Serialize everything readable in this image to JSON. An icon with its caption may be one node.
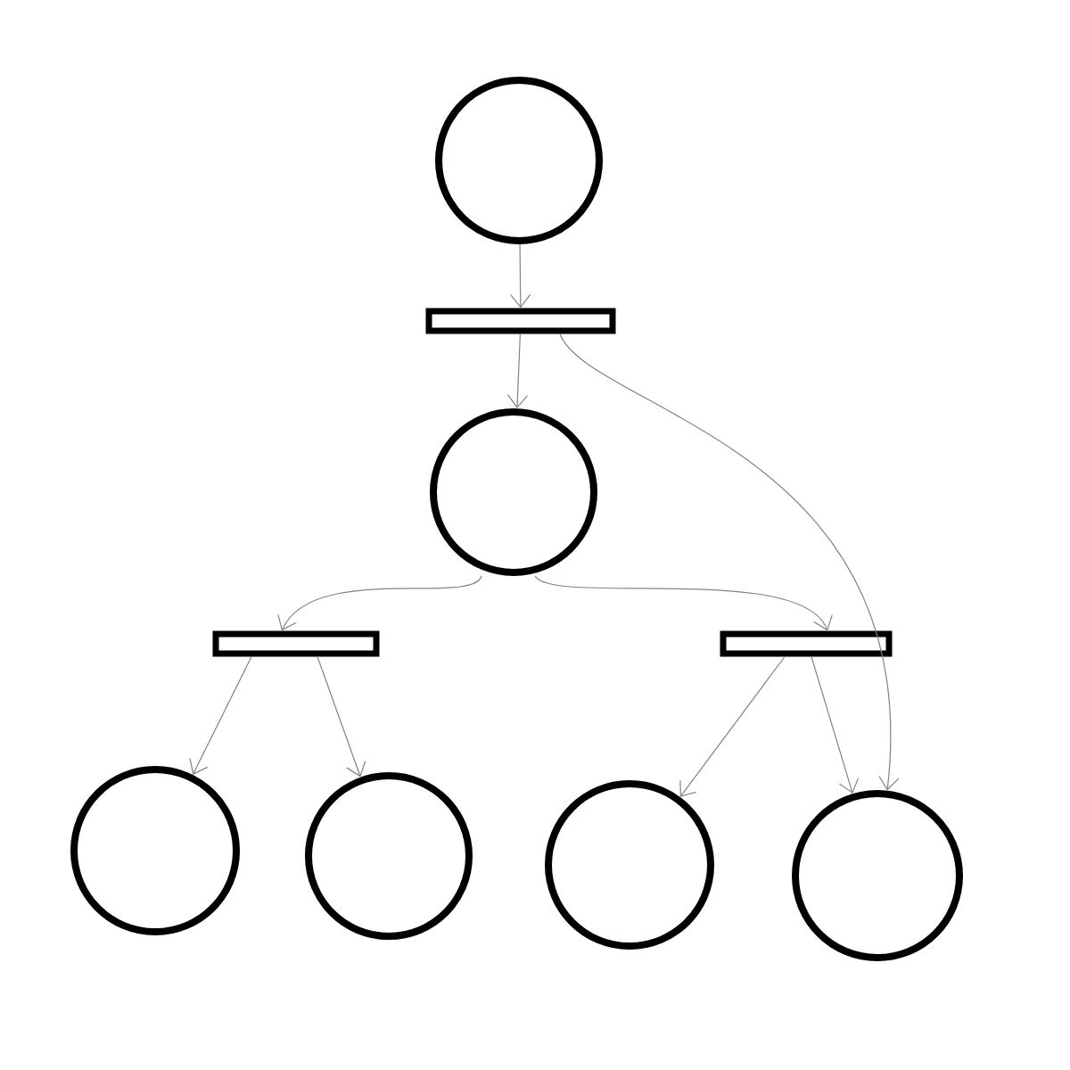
{
  "diagram": {
    "nodes": [
      {
        "text": [],
        "shape": "circle"
      },
      {
        "text": [],
        "shape": "bar"
      },
      {
        "text": [],
        "shape": "circle"
      },
      {
        "text": [],
        "shape": "bar"
      },
      {
        "text": [],
        "shape": "bar"
      },
      {
        "text": [],
        "shape": "circle"
      },
      {
        "text": [],
        "shape": "circle"
      },
      {
        "text": [],
        "shape": "circle"
      },
      {
        "text": [],
        "shape": "circle"
      }
    ],
    "edges": [
      {
        "from": 0,
        "to": 1,
        "arrow": "to"
      },
      {
        "from": 1,
        "to": 2,
        "arrow": "to"
      },
      {
        "from": 1,
        "to": 8,
        "arrow": "to"
      },
      {
        "from": 2,
        "to": 3,
        "arrow": "to"
      },
      {
        "from": 2,
        "to": 4,
        "arrow": "to"
      },
      {
        "from": 3,
        "to": 5,
        "arrow": "to"
      },
      {
        "from": 3,
        "to": 6,
        "arrow": "to"
      },
      {
        "from": 4,
        "to": 7,
        "arrow": "to"
      },
      {
        "from": 4,
        "to": 8,
        "arrow": "to"
      }
    ]
  }
}
